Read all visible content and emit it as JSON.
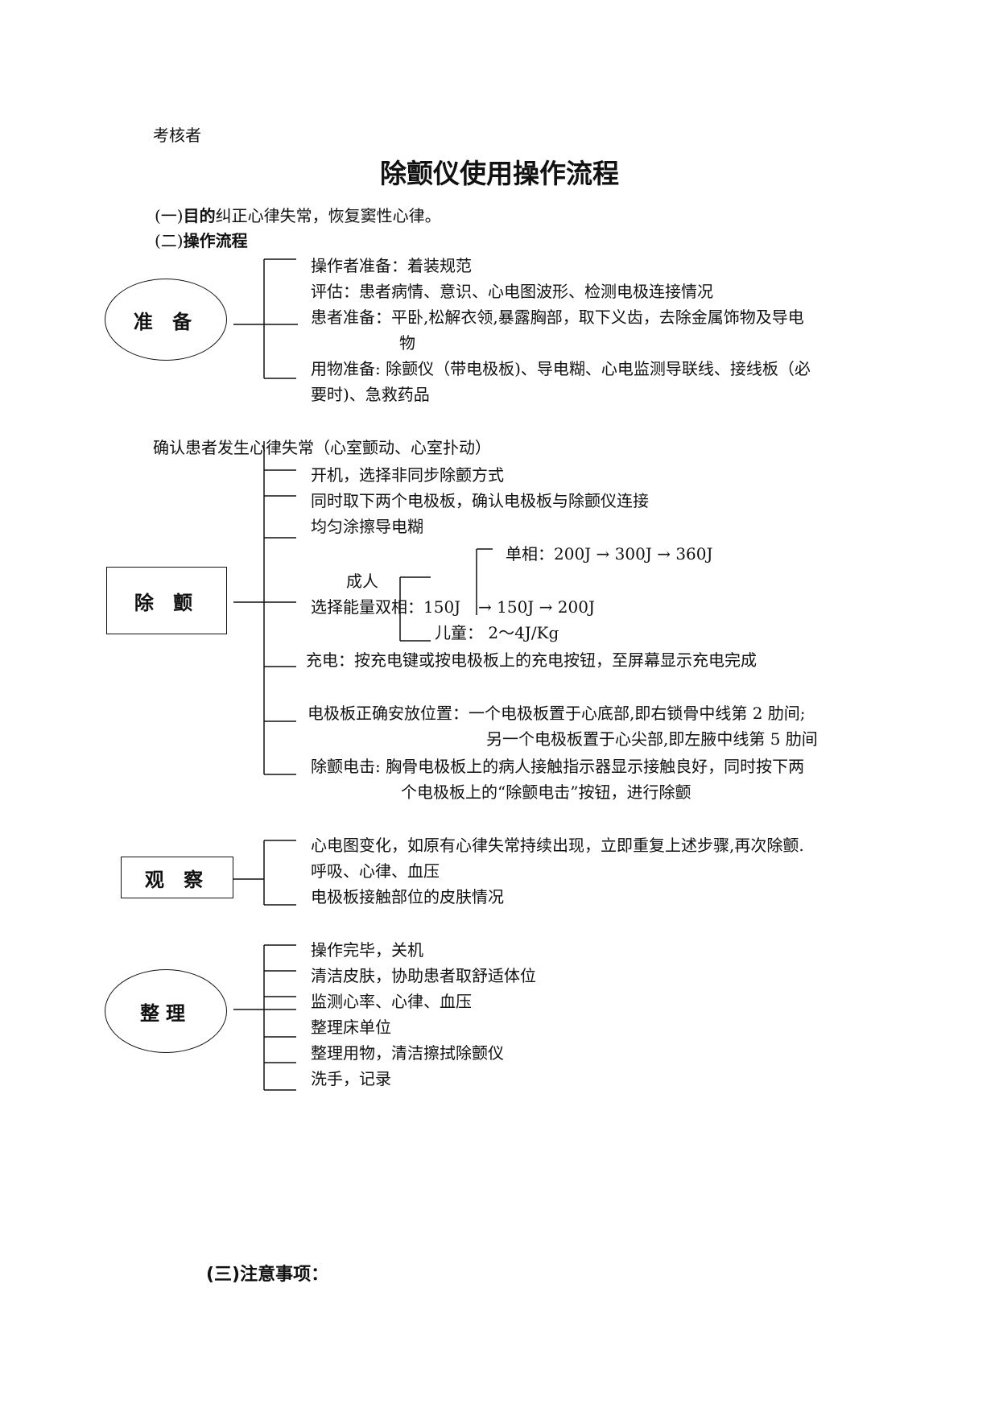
{
  "examiner_label": "考核者",
  "title": "除颤仪使用操作流程",
  "purpose": {
    "prefix": "(一)",
    "label": "目的",
    "text": "纠正心律失常，恢复窦性心律。"
  },
  "process_heading": {
    "prefix": "(二)",
    "label": "操作流程"
  },
  "prep": {
    "node": "准 备",
    "items": [
      "操作者准备：着装规范",
      "评估：患者病情、意识、心电图波形、检测电极连接情况",
      "患者准备：平卧,松解衣领,暴露胸部，取下义齿，去除金属饰物及导电",
      "物",
      "用物准备: 除颤仪（带电极板)、导电糊、心电监测导联线、接线板（必",
      "要时)、急救药品"
    ]
  },
  "confirm_text": "确认患者发生心律失常（心室颤动、心室扑动）",
  "defib": {
    "node": "除 颤",
    "items": [
      "开机，选择非同步除颤方式",
      "同时取下两个电极板，确认电极板与除颤仪连接",
      "均匀涂擦导电糊"
    ],
    "energy": {
      "monophasic": "单相：200J → 300J → 360J",
      "adult": "成人",
      "label": "选择能量双相：150J",
      "biphasic_seq": "→ 150J → 200J",
      "child": "儿童： 2～4J/Kg"
    },
    "charge": "充电：按充电键或按电极板上的充电按钮，至屏幕显示充电完成",
    "placement_1": "电极板正确安放位置：一个电极板置于心底部,即右锁骨中线第 2 肋间;",
    "placement_2": "另一个电极板置于心尖部,即左腋中线第 5 肋间",
    "shock_1": "除颤电击: 胸骨电极板上的病人接触指示器显示接触良好，同时按下两",
    "shock_2": "个电极板上的“除颤电击”按钮，进行除颤"
  },
  "observe": {
    "node": "观 察",
    "items": [
      "心电图变化，如原有心律失常持续出现，立即重复上述步骤,再次除颤.",
      "呼吸、心律、血压",
      "电极板接触部位的皮肤情况"
    ]
  },
  "tidy": {
    "node": "整理",
    "items": [
      "操作完毕，关机",
      "清洁皮肤，协助患者取舒适体位",
      "监测心率、心律、血压",
      "整理床单位",
      "整理用物，清洁擦拭除颤仪",
      "洗手，记录"
    ]
  },
  "notes_heading": "(三)注意事项："
}
